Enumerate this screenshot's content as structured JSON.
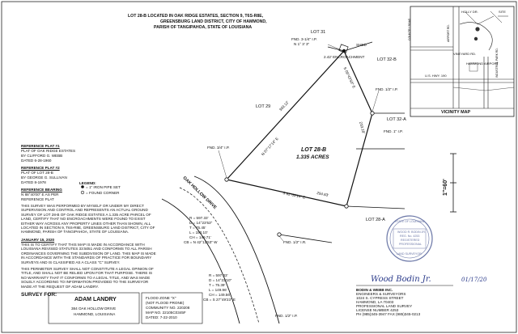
{
  "title": {
    "line1": "LOT 28-B LOCATED IN OAK RIDGE ESTATES, SECTION 9, T6S-R8E,",
    "line2": "GREENSBURG LAND DISTRICT, CITY OF HAMMOND,",
    "line3": "PARISH OF TANGIPAHOA, STATE OF LOUISIANA"
  },
  "vicinity": {
    "caption": "VICINITY MAP",
    "labels": {
      "site": "SITE",
      "holly": "HOLLY DR.",
      "vineyard": "VINEYARD RD.",
      "airport": "HAMMOND AIRPORT",
      "hwy": "U.S. HWY. 190",
      "road1": "COUNTRY ROAD",
      "road2": "AIRPORT RD.",
      "road3": "INDUSTRIAL PARK RD."
    }
  },
  "lots": {
    "lot31": "LOT 31",
    "lot32b": "LOT 32-B",
    "lot32a": "LOT 32-A",
    "lot29": "LOT 29",
    "lot28a": "LOT 28-A",
    "main_lot": "LOT 28-B",
    "acres": "1.335 ACRES"
  },
  "survey_labels": {
    "shed": "SHED",
    "encroachment": "2.42' ENCROACHMENT",
    "fnd_top": "FND. 3-1/4\" I.P.",
    "fnd_top_sub": "N 1° 3' 3\"",
    "fnd_half_r1": "FND. 1/2\" I.P.",
    "fnd_1in": "FND. 1\" I.P.",
    "fnd_34": "FND. 3/4\" I.P.",
    "fnd_half_b": "FND. 1/2\" I.R.",
    "fnd_bottom": "FND. 1/2\" I.P.",
    "brg_left": "N 07°17'14\" E",
    "dist_left": "349.12'",
    "brg_right": "S 09°43'50\" E",
    "dist_right": "233.18'",
    "brg_bottom": "S 82°05'14\" E",
    "dist_bottom": "294.63'",
    "road": "OAK HOLLOW DRIVE",
    "scale": "1\"=60'"
  },
  "curve1": {
    "r": "R = 597.33'",
    "d": "D = 14°23'53\"",
    "t": "T = 75.45'",
    "l": "L = 150.10'",
    "ch": "CH = 149.71'",
    "cb": "CB = N 42°12'53\" W"
  },
  "curve2": {
    "r": "R = 597.33'",
    "d": "D = 14°23'10\"",
    "t": "T = 75.39'",
    "l": "L = 149.96'",
    "ch": "CH = 149.56'",
    "cb": "CB = S 27°49'23\" E"
  },
  "notes": {
    "ref1_title": "REFERENCE PLAT #1",
    "ref1_l1": "PLAT OF OAK RIDGE ESTATES",
    "ref1_l2": "BY CLIFFORD G. WEBB",
    "ref1_l3": "DATED 6-28-1960",
    "ref2_title": "REFERENCE PLAT #2",
    "ref2_l1": "PLAT OF LOT 28-B",
    "ref2_l2": "BY GEORGE G. SULLIVAN",
    "ref2_l3": "DATED 8-1978",
    "bearing_title": "REFERENCE BEARING",
    "bearing_l1": "N 88°40'00\" E AS PER",
    "bearing_l2": "REFERENCE PLAT",
    "legend_title": "LEGEND:",
    "legend_set": "= 1\" IRON PIPE SET",
    "legend_found": "= FOUND CORNER",
    "survey_para": "THIS SURVEY WAS PERFORMED BY MYSELF OR UNDER MY DIRECT SUPERVISION AND CONTROL AND REPRESENTS AN ACTUAL GROUND SURVEY OF LOT 28-B OF OAK RIDGE ESTATES A 1.335 ACRE PARCEL OF LAND, CERTIFY THAT NO ENCROACHMENTS WERE FOUND TO EXIST EITHER WAY ACROSS ANY PROPERTY LINES OTHER THAN SHOWN, ALL LOCATED IN SECTION 9, T6S-R8E, GREENSBURG LAND DISTRICT, CITY OF HAMMOND, PARISH OF TANGIPAHOA, STATE OF LOUISIANA.",
    "date_title": "JANUARY 15, 2020",
    "cert_para": "THIS IS TO CERTIFY THAT THIS MAP IS MADE IN ACCORDANCE WITH LOUISIANA REVISED STATUTES 33:5051 AND CONFORMS TO ALL PARISH ORDINANCES GOVERNING THE SUBDIVISION OF LAND. THIS MAP IS MADE IN ACCORDANCE WITH THE STANDARDS OF PRACTICE FOR BOUNDARY SURVEYS AND IS CLASSIFIED AS A CLASS \"C\" SURVEY.",
    "permit_para": "THIS PERIMETER SURVEY SHALL NOT CONSTITUTE A LEGAL OPINION OF TITLE, AND SHALL NOT BE RELIED UPON FOR THAT PURPOSE. THERE IS NO WARRANTY THAT IT CONFORMS TO A LEGAL TITLE, AND WAS MADE SOLELY ACCORDING TO INFORMATION PROVIDED TO THE SURVEYOR MADE AT THE REQUEST OF ADAM LANDRY."
  },
  "survey_for": {
    "label": "SURVEY FOR:",
    "name": "ADAM LANDRY",
    "addr1": "384 OAK HOLLOW DRIVE",
    "addr2": "HAMMOND, LOUISIANA"
  },
  "flood": {
    "l1": "FLOOD ZONE \"X\"",
    "l2": "(NOT FLOOD PRONE)",
    "l3": "COMMUNITY NO. 220208",
    "l4": "MAP NO. 22105C0345F",
    "l5": "DATED: 7-22-2010"
  },
  "firm": {
    "sig": "Wood Bodin Jr.",
    "date": "01/17/20",
    "name": "BODIN & WEBB INC.",
    "sub": "ENGINEERS & SURVEYORS",
    "addr1": "1024 S. CYPRESS STREET",
    "addr2": "HAMMOND, LA 70403",
    "addr3": "PROFESSIONAL LAND SURVEY",
    "license": "LICENSE NUMBER 4253",
    "phone": "PH (985)345-3947   FAX (985)345-0213"
  },
  "seal": {
    "top": "STATE OF LOUISIANA",
    "l1": "WOOD R. BODIN JR.",
    "l2": "REG. No. 4253",
    "l3": "REGISTERED",
    "l4": "PROFESSIONAL",
    "bottom": "LAND SURVEYOR"
  },
  "colors": {
    "ink": "#111111",
    "seal": "#6a76a6"
  }
}
